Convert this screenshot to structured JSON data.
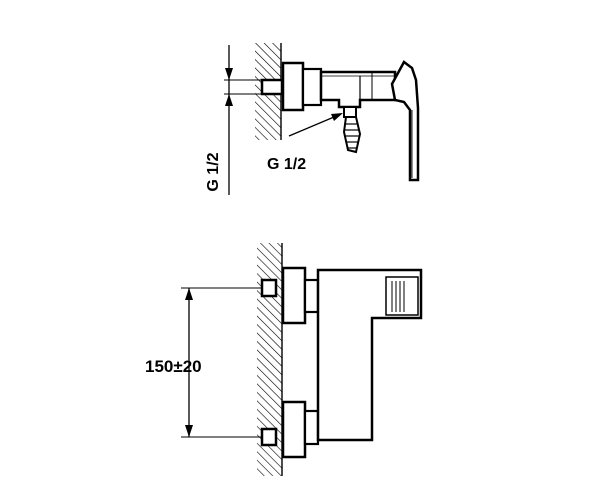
{
  "diagram": {
    "top_view": {
      "vertical_dimension_label": "G 1/2",
      "outlet_dimension_label": "G 1/2"
    },
    "front_view": {
      "spacing_dimension_label": "150±20"
    },
    "colors": {
      "line": "#000000",
      "background": "#ffffff"
    }
  }
}
